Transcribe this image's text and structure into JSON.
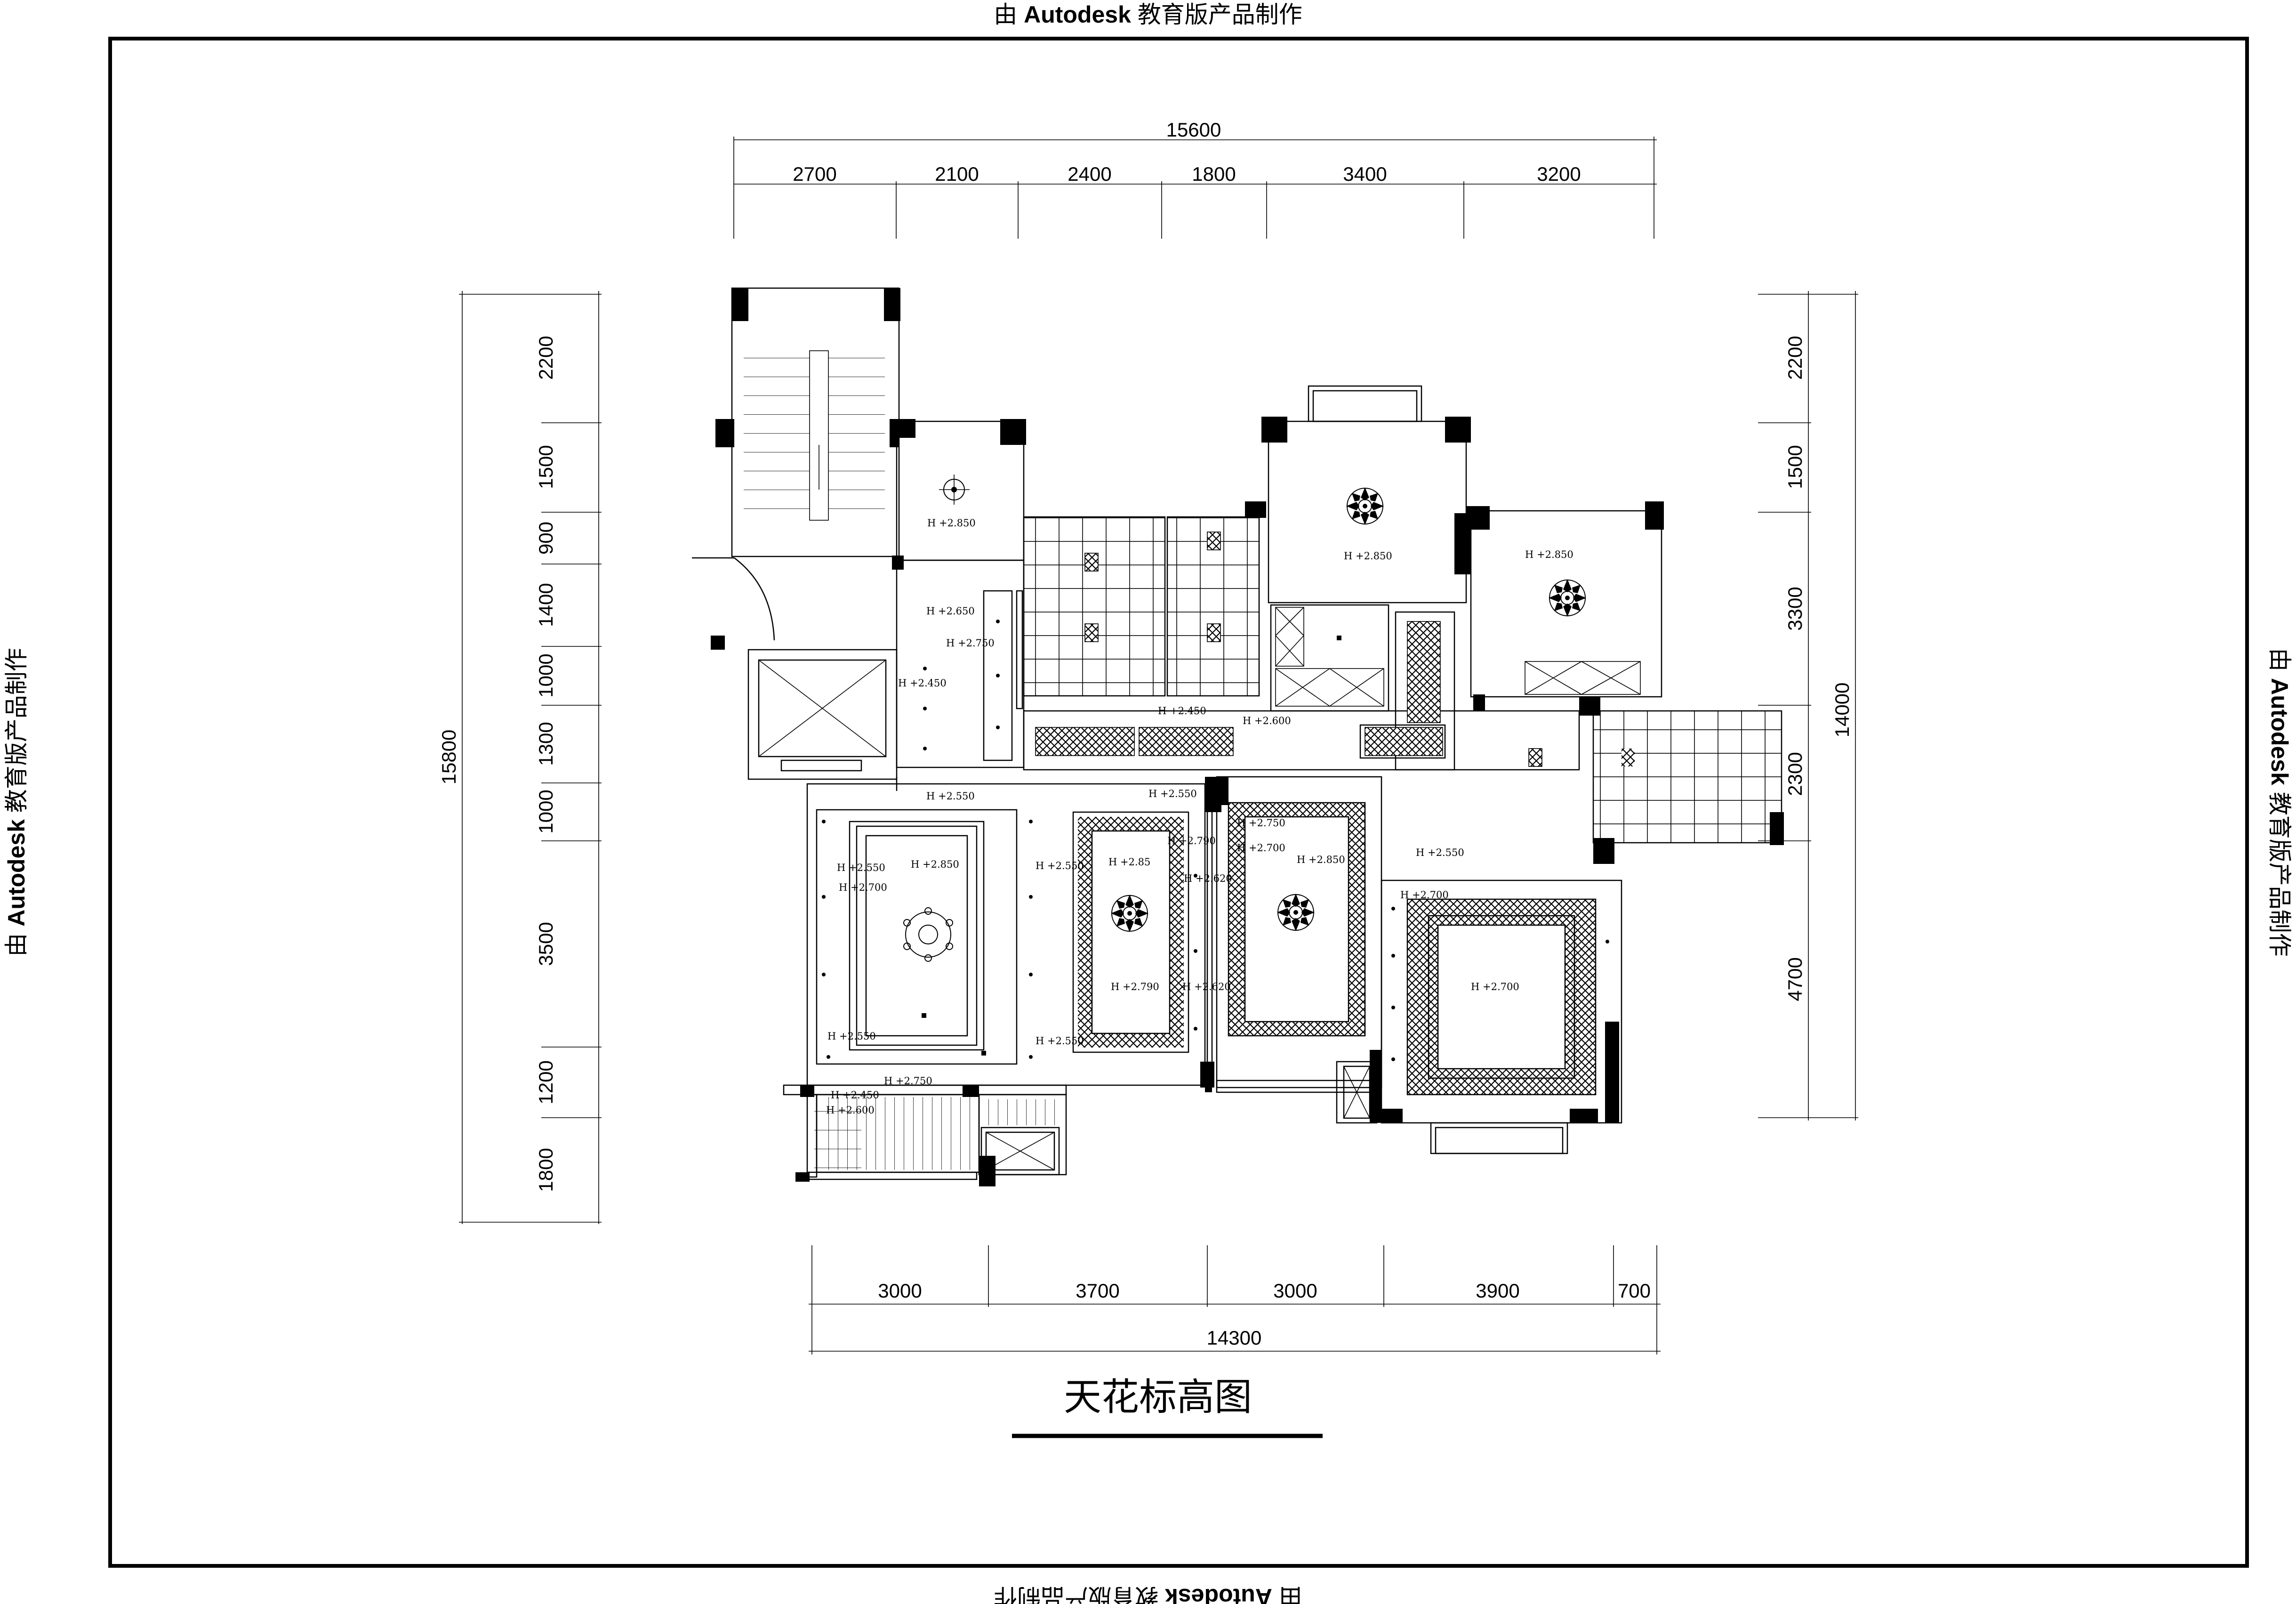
{
  "watermark": {
    "prefix": "由",
    "brand": "Autodesk",
    "suffix": "教育版产品制作"
  },
  "drawing_title": "天花标高图",
  "dimensions": {
    "top_total": "15600",
    "top": [
      "2700",
      "2100",
      "2400",
      "1800",
      "3400",
      "3200"
    ],
    "bottom_total": "14300",
    "bottom": [
      "3000",
      "3700",
      "3000",
      "3900",
      "700"
    ],
    "left_total": "15800",
    "left": [
      "2200",
      "1500",
      "900",
      "1400",
      "1000",
      "1300",
      "1000",
      "3500",
      "1200",
      "1800"
    ],
    "right_total": "14000",
    "right": [
      "2200",
      "1500",
      "3300",
      "2300",
      "4700"
    ]
  },
  "levels": {
    "l01": "H +2.850",
    "l02": "H +2.650",
    "l03": "H +2.750",
    "l04": "H +2.450",
    "l05": "H +2.450",
    "l06": "H +2.600",
    "l07": "H +2.850",
    "l08": "H +2.850",
    "l09": "H +2.550",
    "l10": "H +2.550",
    "l11": "H +2.850",
    "l12": "H +2.550",
    "l13": "H +2.700",
    "l14": "H +2.550",
    "l15": "H +2.85",
    "l16": "H +2.790",
    "l17": "H +2.620",
    "l18": "H +2.750",
    "l19": "H +2.700",
    "l20": "H +2.850",
    "l21": "H +2.790",
    "l22": "H +2.620",
    "l23": "H +2.550",
    "l24": "H +2.550",
    "l25": "H +2.550",
    "l26": "H +2.700",
    "l27": "H +2.700",
    "l28": "H +2.750",
    "l29": "H +2.450",
    "l30": "H +2.600"
  }
}
